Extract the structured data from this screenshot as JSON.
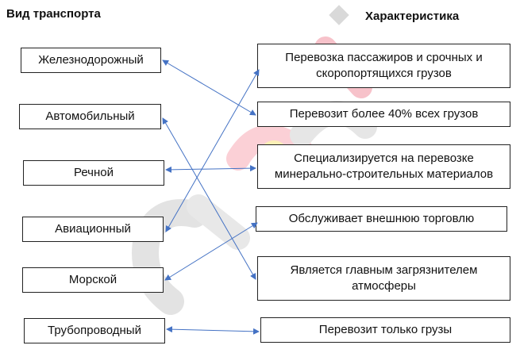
{
  "headings": {
    "left": "Вид транспорта",
    "right": "Характеристика"
  },
  "transport_types": [
    {
      "id": "rail",
      "label": "Железнодорожный"
    },
    {
      "id": "road",
      "label": "Автомобильный"
    },
    {
      "id": "river",
      "label": "Речной"
    },
    {
      "id": "air",
      "label": "Авиационный"
    },
    {
      "id": "sea",
      "label": "Морской"
    },
    {
      "id": "pipeline",
      "label": "Трубопроводный"
    }
  ],
  "characteristics": [
    {
      "id": "passengers",
      "label": "Перевозка пассажиров и срочных и скоропортящихся грузов"
    },
    {
      "id": "share40",
      "label": "Перевозит более 40% всех грузов"
    },
    {
      "id": "building",
      "label": "Специализируется на перевозке минерально-строительных материалов"
    },
    {
      "id": "trade",
      "label": "Обслуживает внешнюю торговлю"
    },
    {
      "id": "polluter",
      "label": "Является главным загрязнителем атмосферы"
    },
    {
      "id": "cargo",
      "label": "Перевозит только грузы"
    }
  ],
  "connections": [
    {
      "from": "rail",
      "to": "share40"
    },
    {
      "from": "road",
      "to": "polluter"
    },
    {
      "from": "river",
      "to": "building"
    },
    {
      "from": "air",
      "to": "passengers"
    },
    {
      "from": "sea",
      "to": "trade"
    },
    {
      "from": "pipeline",
      "to": "cargo"
    }
  ],
  "colors": {
    "arrow": "#4472c4",
    "border": "#222222",
    "watermark": "#d9d9d9",
    "watermark_accent": "#f4a6b0"
  }
}
